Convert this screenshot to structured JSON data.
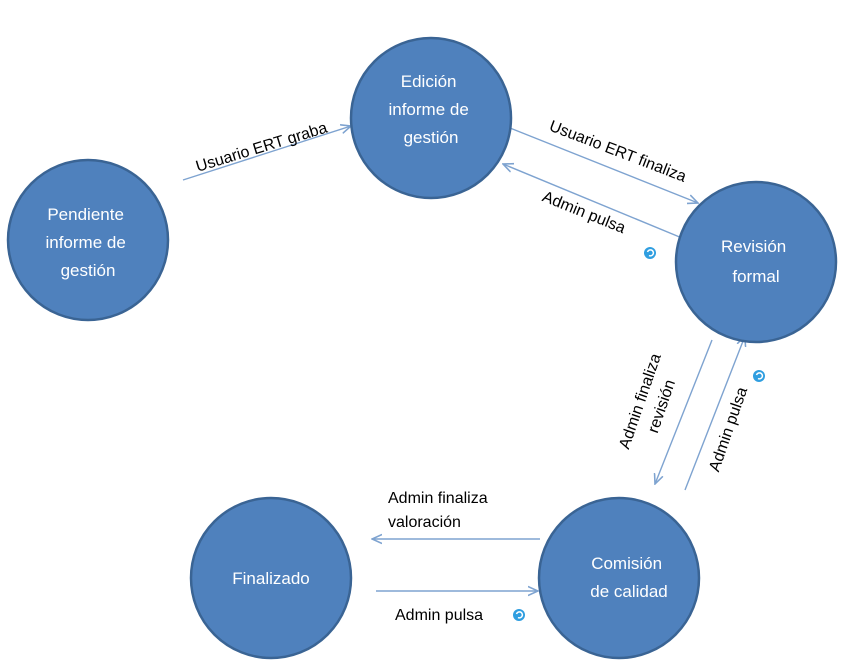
{
  "states": {
    "pendiente": {
      "lines": [
        "Pendiente",
        "informe de",
        "gestión"
      ]
    },
    "edicion": {
      "lines": [
        "Edición",
        "informe de",
        "gestión"
      ]
    },
    "revision": {
      "lines": [
        "Revisión",
        "formal"
      ]
    },
    "comision": {
      "lines": [
        "Comisión",
        "de calidad"
      ]
    },
    "finalizado": {
      "lines": [
        "Finalizado"
      ]
    }
  },
  "transitions": {
    "pendiente_to_edicion": "Usuario ERT graba",
    "edicion_to_revision": "Usuario ERT finaliza",
    "revision_to_edicion": "Admin pulsa",
    "revision_to_comision": [
      "Admin finaliza",
      "revisión"
    ],
    "comision_to_revision": "Admin pulsa",
    "comision_to_finalizado": [
      "Admin finaliza",
      "valoración"
    ],
    "finalizado_to_comision": "Admin pulsa"
  },
  "icons": {
    "admin_action": "refresh-icon"
  },
  "colors": {
    "state_fill": "#4f81bd",
    "state_stroke": "#3a6494",
    "arrow": "#7ea3d0",
    "icon": "#2f9ee0"
  }
}
